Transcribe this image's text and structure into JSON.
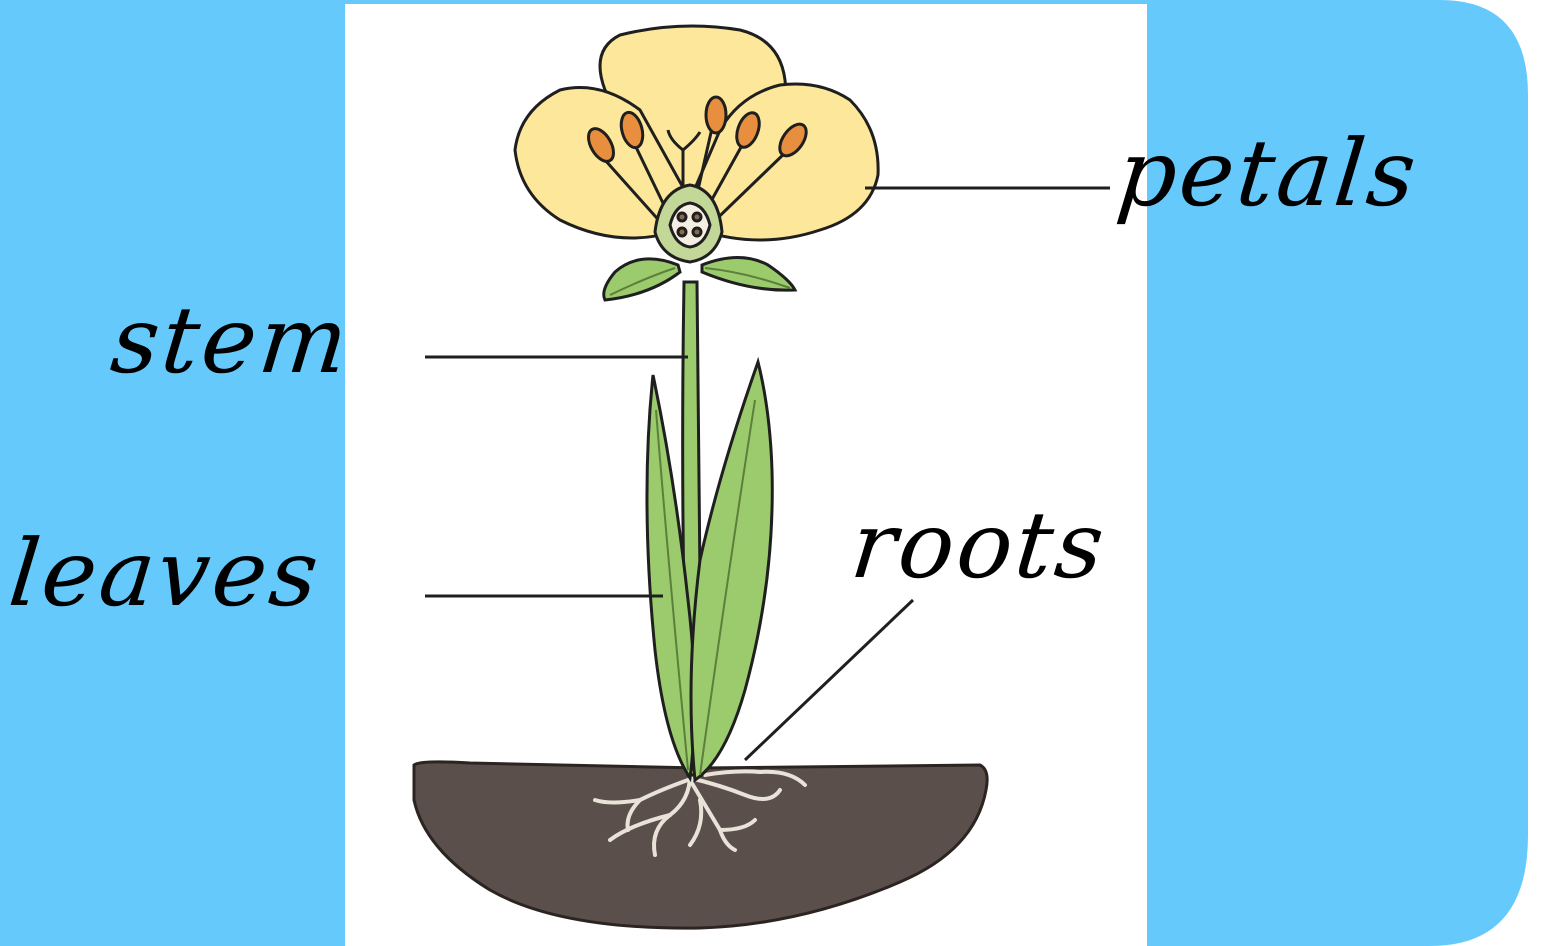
{
  "colors": {
    "background": "#66c9fc",
    "panel": "#ffffff",
    "petal": "#fde79a",
    "leaf": "#9ccb6e",
    "soil": "#5a4f4b",
    "anther": "#e78e3f"
  },
  "labels": {
    "petals": "petals",
    "stem": "stem",
    "leaves": "leaves",
    "roots": "roots"
  }
}
